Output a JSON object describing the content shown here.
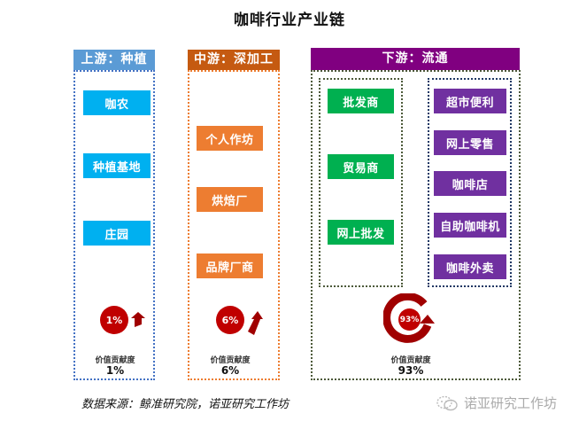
{
  "title": "咖啡行业产业链",
  "colors": {
    "upstream_header": "#5b9bd5",
    "upstream_border": "#4472c4",
    "upstream_node": "#00b0f0",
    "midstream_header": "#c55a11",
    "midstream_border": "#ed7d31",
    "midstream_node": "#ed7d31",
    "downstream_header": "#800080",
    "downstream_border": "#4d5a3a",
    "wholesale_node": "#00b050",
    "retail_node": "#7030a0",
    "retail_border": "#1f3864",
    "badge": "#c00000",
    "arrow": "#a00000"
  },
  "upstream": {
    "header": "上游：种植",
    "nodes": [
      "咖农",
      "种植基地",
      "庄园"
    ],
    "contribution_badge": "1%",
    "contribution_label": "价值贡献度",
    "contribution_value": "1%"
  },
  "midstream": {
    "header": "中游：深加工",
    "nodes": [
      "个人作坊",
      "烘焙厂",
      "品牌厂商"
    ],
    "contribution_badge": "6%",
    "contribution_label": "价值贡献度",
    "contribution_value": "6%"
  },
  "downstream": {
    "header": "下游：流通",
    "wholesale_nodes": [
      "批发商",
      "贸易商",
      "网上批发"
    ],
    "retail_nodes": [
      "超市便利",
      "网上零售",
      "咖啡店",
      "自助咖啡机",
      "咖啡外卖"
    ],
    "contribution_badge": "93%",
    "contribution_label": "价值贡献度",
    "contribution_value": "93%"
  },
  "footer": {
    "source": "数据来源：鲸准研究院，诺亚研究工作坊",
    "watermark": "诺亚研究工作坊",
    "watermark_icon": "wechat-icon"
  }
}
